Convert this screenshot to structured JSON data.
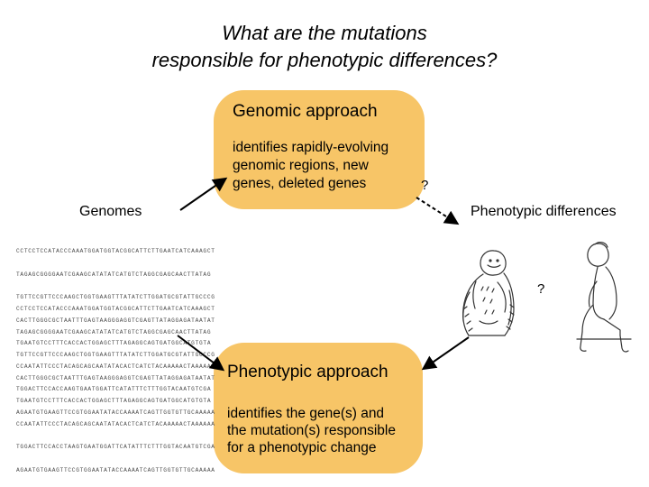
{
  "title": {
    "line1": "What are the mutations",
    "line2": "responsible for phenotypic differences?"
  },
  "genomic": {
    "title": "Genomic approach",
    "desc_line1": "identifies rapidly-evolving",
    "desc_line2": "genomic regions, new",
    "desc_line3": "genes, deleted genes"
  },
  "phenotypic": {
    "title": "Phenotypic approach",
    "desc_line1": "identifies the gene(s) and",
    "desc_line2": "the mutation(s) responsible",
    "desc_line3": "for a phenotypic change"
  },
  "labels": {
    "genomes": "Genomes",
    "phenotypic_differences": "Phenotypic differences",
    "question_top": "?",
    "question_right": "?"
  },
  "dna_block_1": [
    "CCTCCTCCATACCCAAATGGATGGTACGGCATTCTTGAATCATCAAAGCT",
    "TAGAGCGGGGAATCGAAGCATATATCATGTCTAGGCGAGCAACTTATAG",
    "TGTTCCGTTCCCAAGCTGGTGAAGTTTATATCTTGGATGCGTATTGCCCG",
    "CACTTGGGCGCTAATTTGAGTAAGGGAGGTCGAGTTATAGGAGATAATAT",
    "TGAATGTCCTTTCACCACTGGAGCTTTAGAGGCAGTGATGGCATGTGTA",
    "CCAATATTCCCTACAGCAGCAATATACACTCATCTACAAAAACTAAAAAA",
    "TGGACTTCCACCAAGTGAATGGATTCATATTTCTTTGGTACAATGTCGA",
    "AGAATGTGAAGTTCCGTGGAATATACCAAAATCAGTTGGTGTTGCAAAAA"
  ],
  "dna_block_2": [
    "CCTCCTCCATACCCAAATGGATGGTACGGCATTCTTGAATCATCAAAGCT",
    "TAGAGCGGGGAATCGAAGCATATATCATGTCTAGGCGAGCAACTTATAG",
    "TGTTCCGTTCCCAAGCTGGTGAAGTTTATATCTTGGATGCGTATTGCCCG",
    "CACTTGGGCGCTAATTTGAGTAAGGGAGGTCGAGTTATAGGAGATAATAT",
    "TGAATGTCCTTTCACCACTGGAGCTTTAGAGGCAGTGATGGCATGTGTA",
    "CCAATATTCCCTACAGCAGCAATATACACTCATCTACAAAAACTAAAAAA",
    "TGGACTTCCACCTAAGTGAATGGATTCATATTTCTTTGGTACAATGTCGA",
    "AGAATGTGAAGTTCCGTGGAATATACCAAAATCAGTTGGTGTTGCAAAAA"
  ],
  "colors": {
    "box_fill": "#f7c567",
    "arrow": "#000000",
    "dna_text": "#4a4a4a"
  },
  "icons": {
    "chimpanzee": "chimpanzee-sketch-icon",
    "human": "seated-human-sketch-icon"
  }
}
